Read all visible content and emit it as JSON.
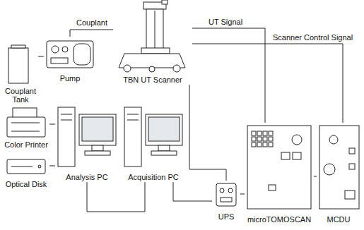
{
  "diagram": {
    "nodes": [
      {
        "text": [
          "Couplant Tank"
        ]
      },
      {
        "text": [
          "Pump"
        ]
      },
      {
        "text": [
          "TBN UT Scanner"
        ]
      },
      {
        "text": [
          "Color Printer"
        ]
      },
      {
        "text": [
          "Optical Disk"
        ]
      },
      {
        "text": [
          "Analysis PC"
        ]
      },
      {
        "text": [
          "Acquisition PC"
        ]
      },
      {
        "text": [
          "UPS"
        ]
      },
      {
        "text": [
          "microTOMOSCAN"
        ]
      },
      {
        "text": [
          "MCDU"
        ]
      }
    ],
    "edges": [
      {
        "from": 0,
        "to": 1,
        "arrow": "none"
      },
      {
        "from": 1,
        "to": 2,
        "label": "Couplant",
        "arrow": "none"
      },
      {
        "from": 2,
        "to": 8,
        "label": "UT Signal",
        "arrow": "none"
      },
      {
        "from": 2,
        "to": 9,
        "label": "Scanner Control Signal",
        "arrow": "none"
      },
      {
        "from": 2,
        "to": 7,
        "arrow": "none"
      },
      {
        "from": 3,
        "to": 5,
        "arrow": "none"
      },
      {
        "from": 4,
        "to": 5,
        "arrow": "none"
      },
      {
        "from": 5,
        "to": 6,
        "arrow": "none"
      },
      {
        "from": 6,
        "to": 7,
        "arrow": "none"
      },
      {
        "from": 7,
        "to": 8,
        "arrow": "none"
      },
      {
        "from": 8,
        "to": 9,
        "arrow": "none"
      }
    ]
  }
}
